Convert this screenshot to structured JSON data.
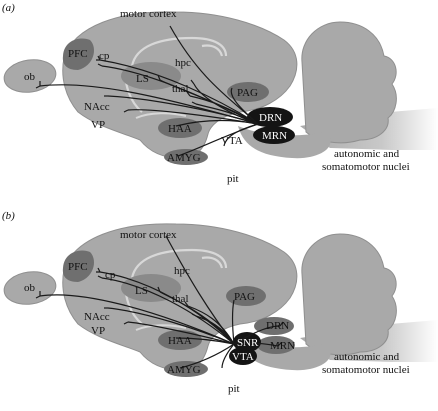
{
  "panels": [
    {
      "id": "a",
      "panel_label": "(a)",
      "labels": {
        "motor_cortex": "motor cortex",
        "pfc": "PFC",
        "cp": "cp",
        "hpc": "hpc",
        "ls": "LS",
        "ob": "ob",
        "thal": "thal",
        "nacc": "NAcc",
        "vp": "VP",
        "pag": "PAG",
        "haa": "HAA",
        "vta": "VTA",
        "amyg": "AMYG",
        "pit": "pit",
        "drn": "DRN",
        "mrn": "MRN",
        "nuclei_line1": "autonomic and",
        "nuclei_line2": "somatomotor nuclei"
      }
    },
    {
      "id": "b",
      "panel_label": "(b)",
      "labels": {
        "motor_cortex": "motor cortex",
        "pfc": "PFC",
        "cp": "cp",
        "hpc": "hpc",
        "ls": "LS",
        "ob": "ob",
        "thal": "thal",
        "nacc": "NAcc",
        "vp": "VP",
        "pag": "PAG",
        "haa": "HAA",
        "snr": "SNR",
        "vta": "VTA",
        "drn": "DRN",
        "mrn": "MRN",
        "amyg": "AMYG",
        "pit": "pit",
        "nuclei_line1": "autonomic and",
        "nuclei_line2": "somatomotor nuclei"
      }
    }
  ],
  "colors": {
    "brain_fill": "#a9a9a9",
    "brain_stroke": "#8f8f8f",
    "region_dark": "#6f6f6f",
    "region_black": "#141414",
    "fiber": "#1a1a1a"
  }
}
